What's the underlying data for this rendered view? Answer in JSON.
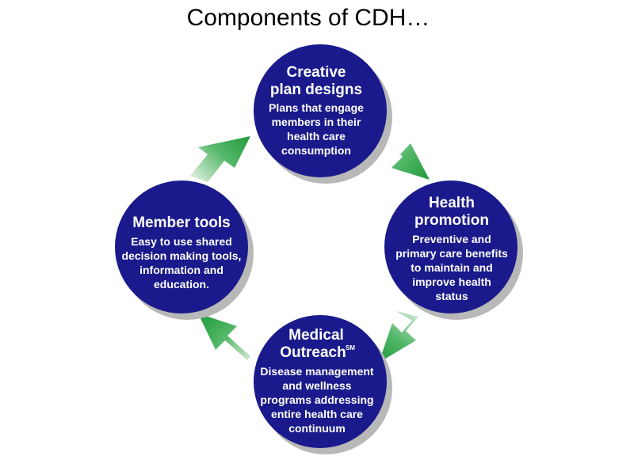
{
  "slide": {
    "title": "Components of CDH…"
  },
  "colors": {
    "circle_fill": "#1a1a8c",
    "circle_shadow": "#b8b8b8",
    "arrow_green": "#1f9a3a",
    "arrow_light": "#cfe9d2",
    "text": "#ffffff",
    "title_text": "#000000"
  },
  "nodes": {
    "creative": {
      "title_lines": [
        "Creative",
        "plan designs"
      ],
      "body_lines": [
        "Plans that engage",
        "members in their",
        "health care",
        "consumption"
      ]
    },
    "health": {
      "title_lines": [
        "Health",
        "promotion"
      ],
      "body_lines": [
        "Preventive and",
        "primary care benefits",
        "to maintain and",
        "improve health",
        "status"
      ]
    },
    "medical": {
      "title_lines": [
        "Medical",
        "Outreach"
      ],
      "title_mark": "SM",
      "body_lines": [
        "Disease management",
        "and wellness",
        "programs addressing",
        "entire health care",
        "continuum"
      ]
    },
    "member": {
      "title_lines": [
        "Member tools"
      ],
      "body_lines": [
        "Easy to use shared",
        "decision making tools,",
        "information and",
        "education."
      ]
    }
  }
}
